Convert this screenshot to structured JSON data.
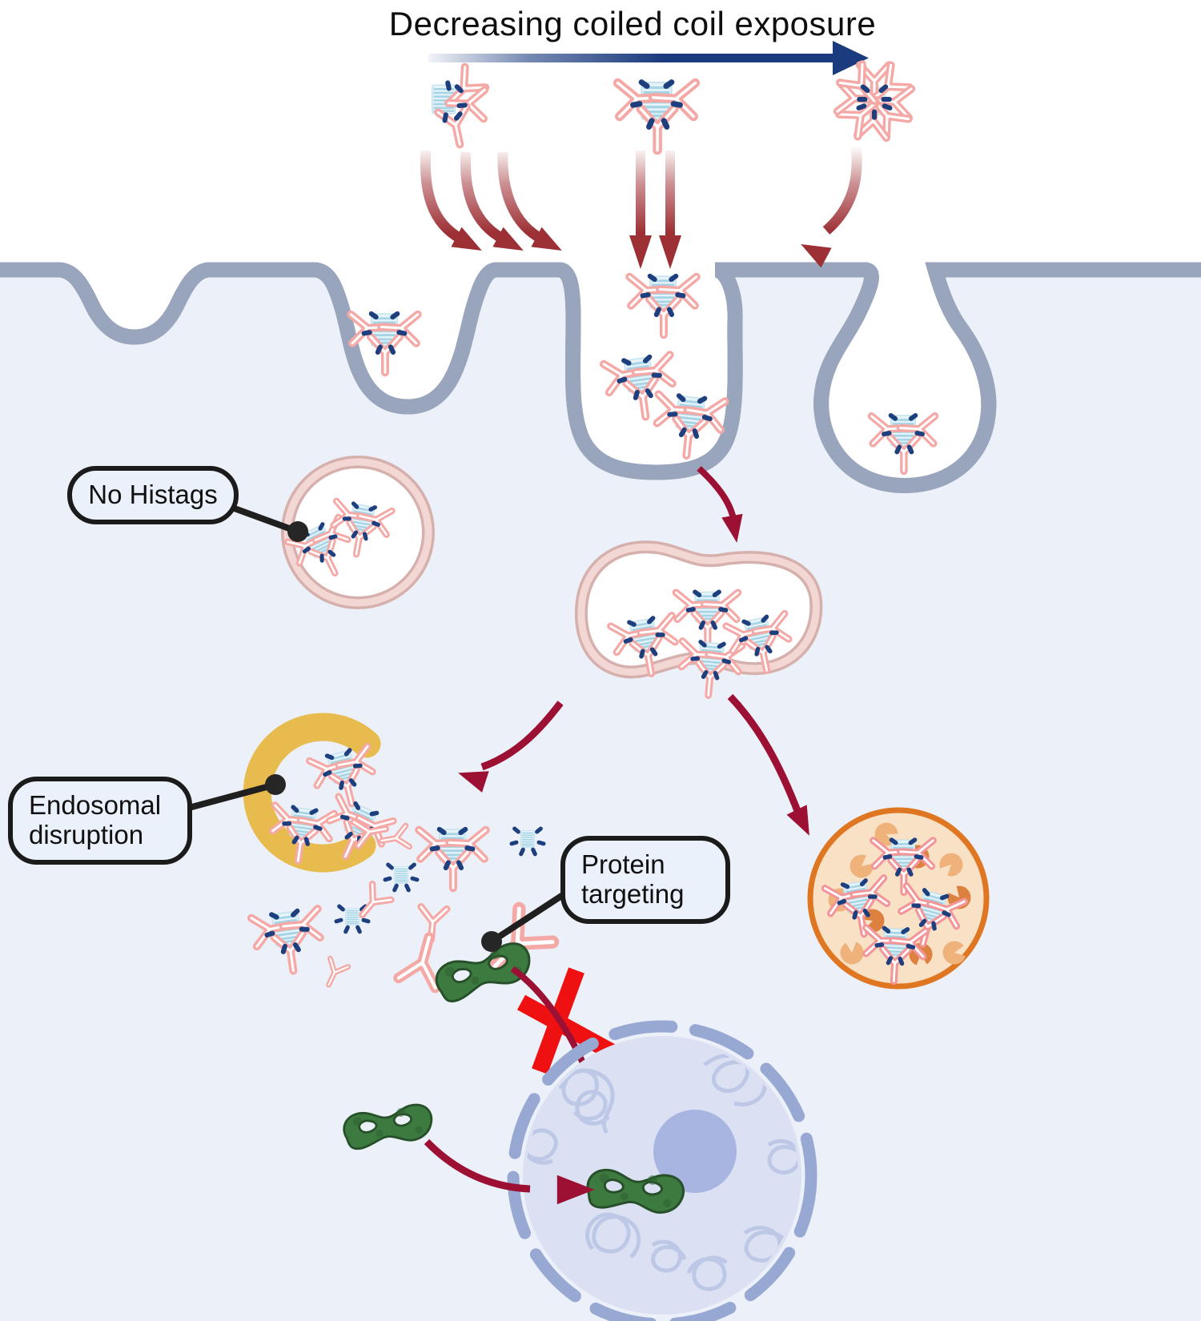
{
  "header": {
    "title": "Decreasing coiled coil exposure"
  },
  "callouts": {
    "no_histags": {
      "label": "No Histags"
    },
    "endosomal_disruption": {
      "label": "Endosomal disruption"
    },
    "protein_targeting": {
      "label": "Protein targeting"
    }
  },
  "icons": {
    "gradient_arrow": "navy-right-arrow",
    "entry_arrows": "dark-red-down-arrows",
    "antibody": "pink-Y-antibody",
    "coiled_coil_bundle": "striped-blue-block",
    "his_tag": "navy-capsule",
    "cell_membrane": "blue-double-line-with-pits",
    "uptake_vesicle": "pink-double-ring-circle",
    "early_endosome": "pink-double-ring-peanut",
    "disrupted_endosome": "gold-broken-ring",
    "lysosome": "orange-circle-with-enzymes",
    "enzyme": "pacman-wedge",
    "target_protein": "green-dimer",
    "nucleus": "lavender-circle-dashed-envelope",
    "nucleolus": "solid-lavender-circle",
    "chromatin": "loopy-squiggles",
    "blocked_path": "red-X-cross"
  },
  "colors": {
    "title_text": "#0e0e0e",
    "accent_navy": "#1b3b7f",
    "entry_arrow_red": "#9d3035",
    "routing_arrow_crimson": "#9c1033",
    "membrane_band": "#ccd7ea",
    "membrane_edge": "#99a5bc",
    "cytoplasm": "#ecf0f8",
    "antibody_pink": "#f5a9a6",
    "lysosome_antibody_pink": "#f29699",
    "histag_navy": "#1e3f7e",
    "coil_blue": "#a5d4e6",
    "vesicle_ring_outer": "#d5b0ac",
    "vesicle_ring_inner": "#f3d7d4",
    "disrupted_endosome_gold": "#e7bb4e",
    "lysosome_border_orange": "#df7722",
    "lysosome_fill": "#f9e1c6",
    "enzyme_light": "#eeb27a",
    "enzyme_dark": "#dd8140",
    "nucleus_fill": "#dbe1f3",
    "nucleus_envelope": "#97a8d3",
    "chromatin": "#bdc8e6",
    "nucleolus": "#a7b5e0",
    "protein_green": "#3c7a3f",
    "blocked_x_red": "#ef1111",
    "callout_border": "#1b1b1b",
    "callout_fill": "#eaf1fb"
  }
}
